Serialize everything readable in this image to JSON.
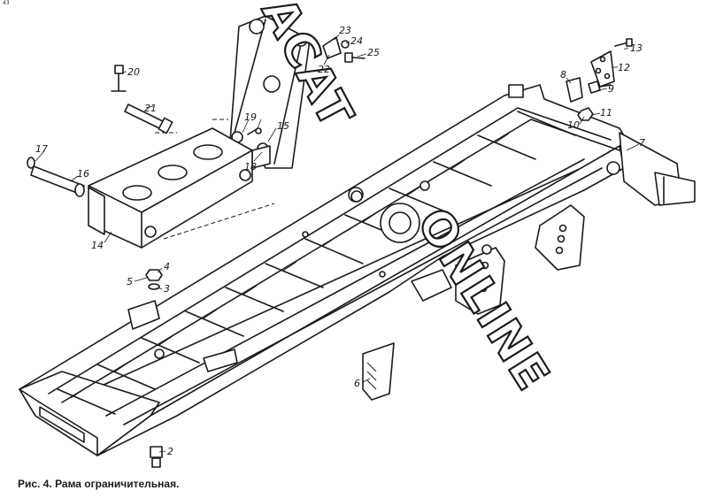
{
  "caption": "Рис. 4. Рама ограничительная.",
  "corner_mark": "43",
  "watermark": {
    "text": "ACAT-ONLINE",
    "part1": "ACAT",
    "part2": "ONLINE"
  },
  "callouts": [
    {
      "id": "c2",
      "text": "2"
    },
    {
      "id": "c3",
      "text": "3"
    },
    {
      "id": "c4",
      "text": "4"
    },
    {
      "id": "c5",
      "text": "5"
    },
    {
      "id": "c6",
      "text": "6"
    },
    {
      "id": "c7",
      "text": "7"
    },
    {
      "id": "c8",
      "text": "8"
    },
    {
      "id": "c9",
      "text": "9"
    },
    {
      "id": "c10",
      "text": "10"
    },
    {
      "id": "c11",
      "text": "11"
    },
    {
      "id": "c12",
      "text": "12"
    },
    {
      "id": "c13",
      "text": "13"
    },
    {
      "id": "c14",
      "text": "14"
    },
    {
      "id": "c15",
      "text": "15"
    },
    {
      "id": "c16",
      "text": "16"
    },
    {
      "id": "c17",
      "text": "17"
    },
    {
      "id": "c18",
      "text": "18"
    },
    {
      "id": "c19",
      "text": "19"
    },
    {
      "id": "c20",
      "text": "20"
    },
    {
      "id": "c21",
      "text": "21"
    },
    {
      "id": "c22",
      "text": "22"
    },
    {
      "id": "c23",
      "text": "23"
    },
    {
      "id": "c24",
      "text": "24"
    },
    {
      "id": "c25",
      "text": "25"
    }
  ]
}
